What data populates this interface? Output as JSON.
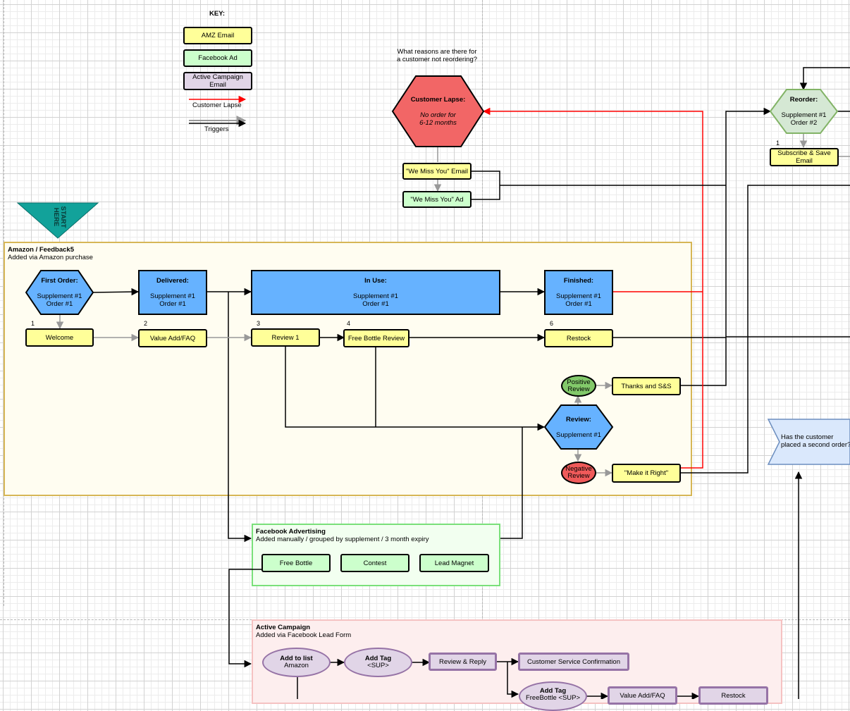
{
  "key": {
    "title": "KEY:",
    "amz_email": "AMZ Email",
    "facebook_ad": "Facebook Ad",
    "active_campaign_email_line1": "Active Campaign",
    "active_campaign_email_line2": "Email",
    "customer_lapse": "Customer Lapse",
    "triggers": "Triggers"
  },
  "start_here": {
    "line1": "START",
    "line2": "HERE"
  },
  "question_lapse": {
    "line1": "What reasons are there for",
    "line2": "a customer not reordering?"
  },
  "customer_lapse": {
    "title": "Customer Lapse:",
    "line1": "No order for",
    "line2": "6-12 months",
    "miss_you_email": "\"We Miss You\" Email",
    "miss_you_ad": "\"We Miss You\" Ad"
  },
  "reorder": {
    "title": "Reorder:",
    "line1": "Supplement #1",
    "line2": "Order #2",
    "num": "1",
    "subscribe_line1": "Subscribe & Save",
    "subscribe_line2": "Email"
  },
  "question_second_order": {
    "line1": "Has the customer",
    "line2": "placed a second order?"
  },
  "amazon": {
    "title": "Amazon / Feedback5",
    "subtitle": "Added via Amazon purchase",
    "first_order": {
      "title": "First Order:",
      "line1": "Supplement #1",
      "line2": "Order #1"
    },
    "delivered": {
      "title": "Delivered:",
      "line1": "Supplement #1",
      "line2": "Order #1"
    },
    "in_use": {
      "title": "In Use:",
      "line1": "Supplement #1",
      "line2": "Order #1"
    },
    "finished": {
      "title": "Finished:",
      "line1": "Supplement #1",
      "line2": "Order #1"
    },
    "welcome": {
      "num": "1",
      "label": "Welcome"
    },
    "value_add": {
      "num": "2",
      "label": "Value Add/FAQ"
    },
    "review1": {
      "num": "3",
      "label": "Review 1"
    },
    "free_bottle_review": {
      "num": "4",
      "label": "Free Bottle Review"
    },
    "restock": {
      "num": "6",
      "label": "Restock"
    },
    "review": {
      "title": "Review:",
      "line1": "Supplement #1"
    },
    "positive": {
      "line1": "Positive",
      "line2": "Review"
    },
    "negative": {
      "line1": "Negative",
      "line2": "Review"
    },
    "thanks": "Thanks and S&S",
    "make_it_right": "\"Make it Right\""
  },
  "facebook": {
    "title": "Facebook Advertising",
    "subtitle": "Added manually / grouped by supplement / 3 month expiry",
    "free_bottle": "Free Bottle",
    "contest": "Contest",
    "lead_magnet": "Lead Magnet"
  },
  "active_campaign": {
    "title": "Active Campaign",
    "subtitle": "Added via Facebook Lead Form",
    "add_to_list": {
      "title": "Add to list",
      "line1": "Amazon"
    },
    "add_tag": {
      "title": "Add Tag",
      "line1": "<SUP>"
    },
    "review_reply": "Review & Reply",
    "cs_confirmation": "Customer Service Confirmation",
    "add_tag2": {
      "title": "Add Tag",
      "line1": "FreeBottle <SUP>"
    },
    "value_add": "Value Add/FAQ",
    "restock": "Restock"
  },
  "colors": {
    "amz_email_fill": "#ffff99",
    "facebook_ad_fill": "#ccffcc",
    "active_campaign_fill": "#e1d5e7",
    "stage_fill": "#66b2ff",
    "lapse_fill": "#f05a5a",
    "reorder_fill": "#d5e8d4",
    "question_fill": "#dae8fc",
    "lapse_line": "#ff0000",
    "trigger_line": "#000000"
  }
}
